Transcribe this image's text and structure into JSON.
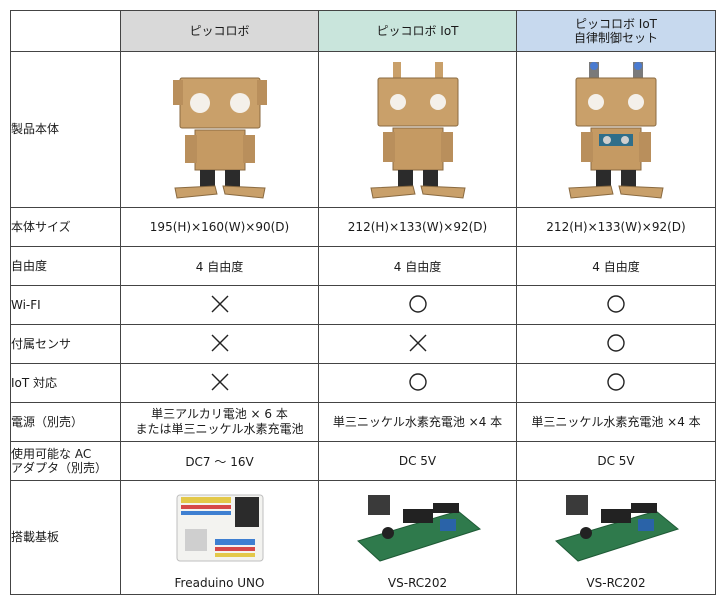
{
  "header": {
    "corner": "",
    "products": [
      "ピッコロボ",
      "ピッコロボ IoT",
      "ピッコロボ IoT\n自律制御セット"
    ],
    "colors": [
      "#d9d9d9",
      "#c9e5dc",
      "#c7d9ee"
    ]
  },
  "rows": {
    "body_label": "製品本体",
    "size": {
      "label": "本体サイズ",
      "values": [
        "195(H)×160(W)×90(D)",
        "212(H)×133(W)×92(D)",
        "212(H)×133(W)×92(D)"
      ]
    },
    "dof": {
      "label": "自由度",
      "values": [
        "4 自由度",
        "4 自由度",
        "4 自由度"
      ]
    },
    "wifi": {
      "label": "Wi-FI",
      "marks": [
        "cross",
        "circle",
        "circle"
      ]
    },
    "sensor": {
      "label": "付属センサ",
      "marks": [
        "cross",
        "cross",
        "circle"
      ]
    },
    "iot": {
      "label": "IoT 対応",
      "marks": [
        "cross",
        "circle",
        "circle"
      ]
    },
    "power": {
      "label": "電源（別売）",
      "values": [
        "単三アルカリ電池 × 6 本\nまたは単三ニッケル水素充電池",
        "単三ニッケル水素充電池 ×4 本",
        "単三ニッケル水素充電池 ×4 本"
      ]
    },
    "adapter": {
      "label": "使用可能な AC\nアダプタ（別売）",
      "values": [
        "DC7 ～ 16V",
        "DC 5V",
        "DC 5V"
      ]
    },
    "board": {
      "label": "搭載基板",
      "values": [
        "Freaduino UNO",
        "VS-RC202",
        "VS-RC202"
      ]
    }
  }
}
